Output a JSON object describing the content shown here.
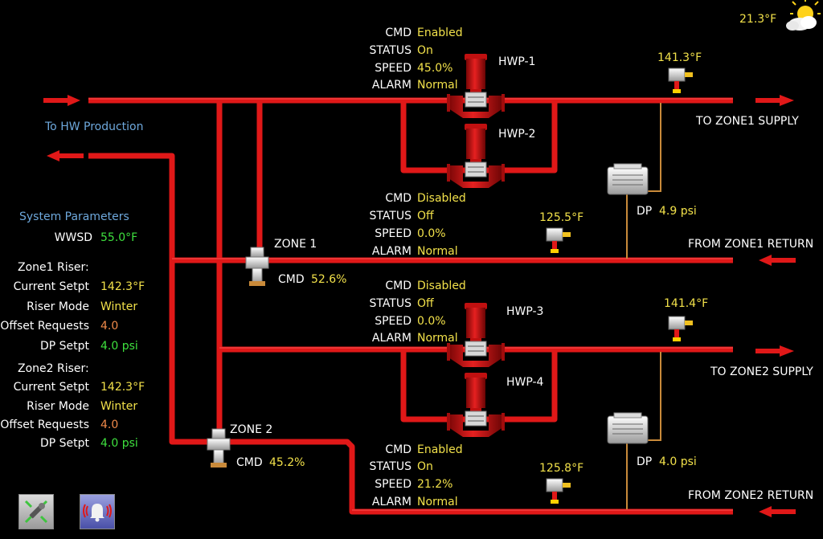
{
  "weather": {
    "outdoor_temp": "21.3°F",
    "icon": "partly-sunny-icon"
  },
  "labels": {
    "to_hw_production": "To HW Production",
    "to_zone1_supply": "TO ZONE1 SUPPLY",
    "from_zone1_return": "FROM ZONE1 RETURN",
    "to_zone2_supply": "TO ZONE2 SUPPLY",
    "from_zone2_return": "FROM ZONE2 RETURN",
    "zone1": "ZONE 1",
    "zone2": "ZONE 2",
    "hwp1": "HWP-1",
    "hwp2": "HWP-2",
    "hwp3": "HWP-3",
    "hwp4": "HWP-4"
  },
  "field_names": {
    "cmd": "CMD",
    "status": "STATUS",
    "speed": "SPEED",
    "alarm": "ALARM",
    "dp": "DP"
  },
  "pump_group_1": {
    "cmd": "Enabled",
    "status": "On",
    "speed": "45.0%",
    "alarm": "Normal"
  },
  "pump_group_2": {
    "cmd": "Disabled",
    "status": "Off",
    "speed": "0.0%",
    "alarm": "Normal"
  },
  "pump_group_3": {
    "cmd": "Disabled",
    "status": "Off",
    "speed": "0.0%",
    "alarm": "Normal"
  },
  "pump_group_4": {
    "cmd": "Enabled",
    "status": "On",
    "speed": "21.2%",
    "alarm": "Normal"
  },
  "sensors": {
    "zone1_supply_temp": "141.3°F",
    "zone1_return_temp": "125.5°F",
    "zone2_supply_temp": "141.4°F",
    "zone2_return_temp": "125.8°F",
    "zone1_dp": "4.9 psi",
    "zone2_dp": "4.0 psi"
  },
  "valves": {
    "zone1_cmd": "52.6%",
    "zone2_cmd": "45.2%"
  },
  "system_parameters": {
    "title": "System Parameters",
    "wwsd_label": "WWSD",
    "wwsd_value": "55.0°F",
    "zone1": {
      "title": "Zone1 Riser:",
      "current_setpt_label": "Current Setpt",
      "current_setpt": "142.3°F",
      "riser_mode_label": "Riser Mode",
      "riser_mode": "Winter",
      "offset_requests_label": "Offset Requests",
      "offset_requests": "4.0",
      "dp_setpt_label": "DP Setpt",
      "dp_setpt": "4.0 psi"
    },
    "zone2": {
      "title": "Zone2 Riser:",
      "current_setpt_label": "Current Setpt",
      "current_setpt": "142.3°F",
      "riser_mode_label": "Riser Mode",
      "riser_mode": "Winter",
      "offset_requests_label": "Offset Requests",
      "offset_requests": "4.0",
      "dp_setpt_label": "DP Setpt",
      "dp_setpt": "4.0 psi"
    }
  },
  "buttons": {
    "tools": "tools-icon",
    "alarm": "alarm-bell-icon"
  },
  "colors": {
    "pipe": "#e01818",
    "pipe_dark": "#a00c0c",
    "value": "#f2e14a",
    "setpoint": "#3ee03e",
    "offset": "#f08a4a",
    "heading": "#6ea8dc"
  }
}
